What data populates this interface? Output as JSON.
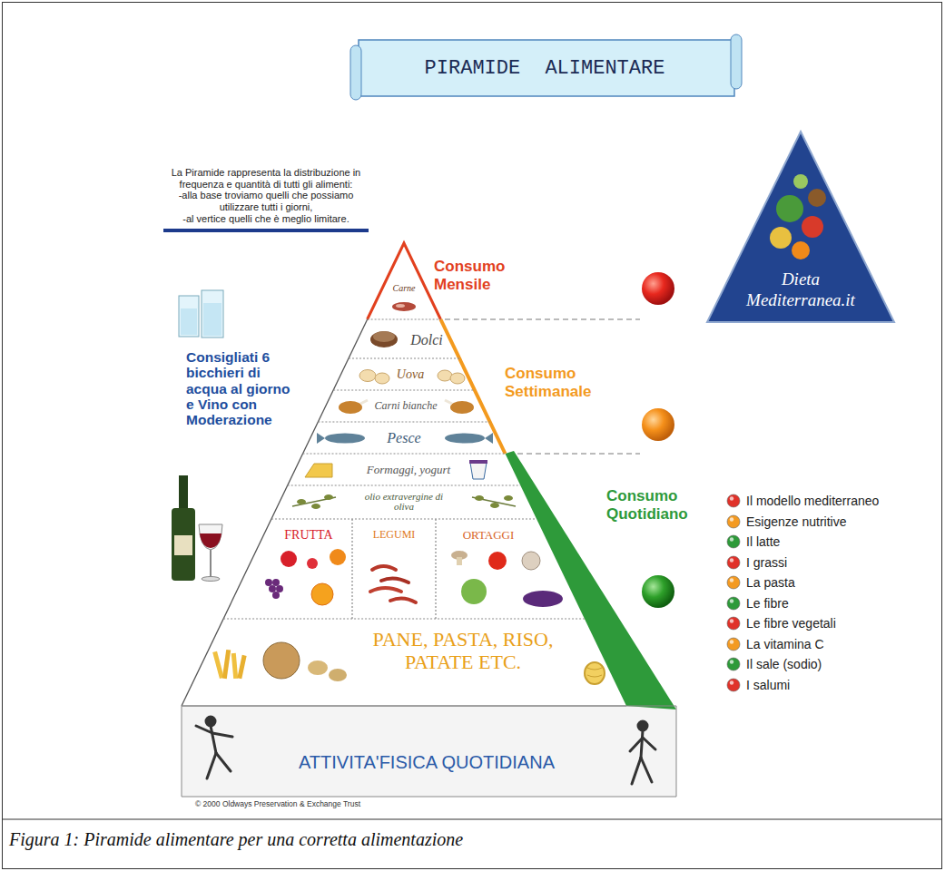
{
  "diagram": {
    "title": "PIRAMIDE ALIMENTARE",
    "caption": "Figura 1: Piramide alimentare per una corretta alimentazione",
    "nodes": [
      {
        "text": [
          "Carne"
        ]
      },
      {
        "text": [
          "Dolci"
        ]
      },
      {
        "text": [
          "Uova"
        ]
      },
      {
        "text": [
          "Carni bianche"
        ]
      },
      {
        "text": [
          "Pesce"
        ]
      },
      {
        "text": [
          "Formaggi, yogurt"
        ]
      },
      {
        "text": [
          "olio extravergine di oliva"
        ]
      },
      {
        "text": [
          "FRUTTA"
        ]
      },
      {
        "text": [
          "LEGUMI"
        ]
      },
      {
        "text": [
          "ORTAGGI"
        ]
      },
      {
        "text": [
          "PANE, PASTA, RISO, PATATE ETC."
        ]
      },
      {
        "text": [
          "ATTIVITA'FISICA QUOTIDIANA"
        ]
      },
      {
        "text": [
          "Dieta Mediterranea.it"
        ]
      }
    ],
    "labels": [
      "La Piramide rappresenta la distribuzione in frequenza e quantità di tutti gli alimenti:",
      "-alla base troviamo quelli che possiamo utilizzare tutti i giorni,",
      "-al vertice quelli che è meglio limitare.",
      "Consumo Mensile",
      "Consumo Settimanale",
      "Consumo Quotidiano",
      "Consigliati 6 bicchieri di acqua al giorno e Vino con Moderazione",
      "© 2000 Oldways Preservation & Exchange Trust"
    ],
    "legend": [
      {
        "text": "Il modello mediterraneo",
        "color": "#e0322a"
      },
      {
        "text": "Esigenze nutritive",
        "color": "#f39a22"
      },
      {
        "text": "Il latte",
        "color": "#2e9a3a"
      },
      {
        "text": "I grassi",
        "color": "#e0322a"
      },
      {
        "text": "La pasta",
        "color": "#f39a22"
      },
      {
        "text": "Le fibre",
        "color": "#2e9a3a"
      },
      {
        "text": "Le fibre vegetali",
        "color": "#e0322a"
      },
      {
        "text": "La vitamina C",
        "color": "#f39a22"
      },
      {
        "text": "Il sale (sodio)",
        "color": "#2e9a3a"
      },
      {
        "text": "I salumi",
        "color": "#e0322a"
      }
    ]
  }
}
